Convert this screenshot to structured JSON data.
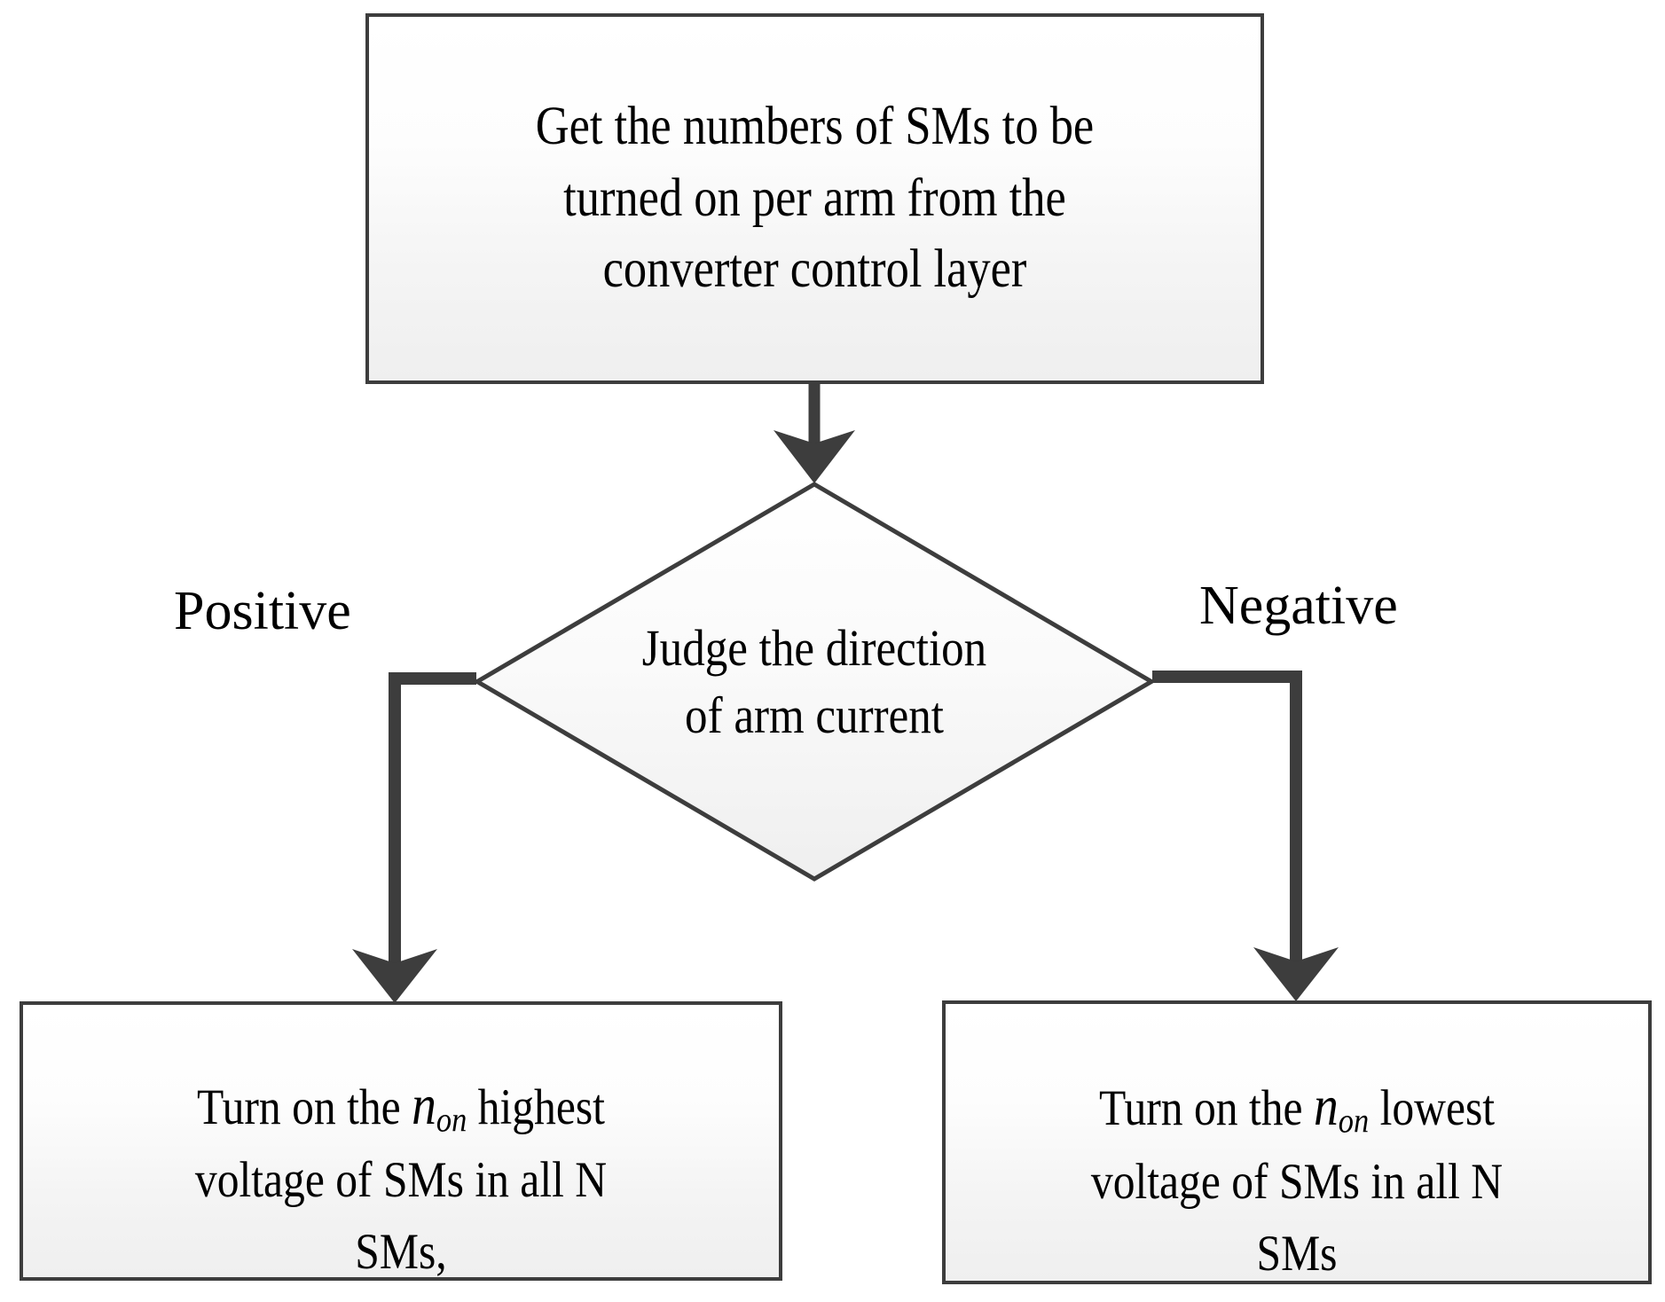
{
  "diagram": {
    "title": "SM capacitor voltage sorting and selection flowchart",
    "type": "flowchart",
    "colors": {
      "stroke": "#3d3d3d",
      "fill_top": "#ffffff",
      "fill_bottom": "#efefef",
      "text": "#000000",
      "background": "#ffffff"
    },
    "nodes": {
      "start": {
        "shape": "process",
        "text": "Get the numbers of SMs to be\nturned on per arm from the\nconverter control layer"
      },
      "decision": {
        "shape": "diamond",
        "text": "Judge the direction\nof arm current"
      },
      "positive_action": {
        "shape": "process",
        "text_before_var": "Turn on the ",
        "variable": "n",
        "variable_subscript": "on",
        "text_after_var": " highest\nvoltage of SMs in  all N\nSMs,"
      },
      "negative_action": {
        "shape": "process",
        "text_before_var": "Turn on the  ",
        "variable": "n",
        "variable_subscript": "on",
        "text_after_var": "  lowest\nvoltage of SMs in  all N\nSMs"
      }
    },
    "edges": {
      "start_to_decision": {
        "label": ""
      },
      "decision_to_positive": {
        "label": "Positive"
      },
      "decision_to_negative": {
        "label": "Negative"
      }
    }
  }
}
